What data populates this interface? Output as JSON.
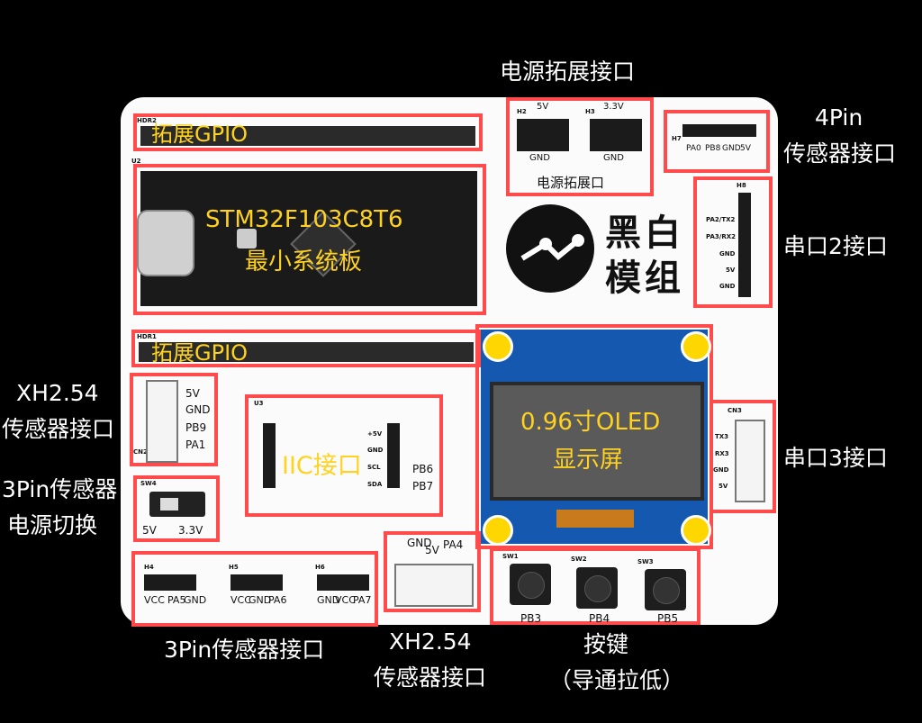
{
  "callouts": {
    "power_ext_top": "电源拓展接口",
    "pin4_l1": "4Pin",
    "pin4_l2": "传感器接口",
    "uart2": "串口2接口",
    "xh_left_l1": "XH2.54",
    "xh_left_l2": "传感器接口",
    "pin3_switch_l1": "3Pin传感器",
    "pin3_switch_l2": "电源切换",
    "uart3": "串口3接口",
    "pin3_bottom": "3Pin传感器接口",
    "xh_bottom_l1": "XH2.54",
    "xh_bottom_l2": "传感器接口",
    "keys_l1": "按键",
    "keys_l2": "（导通拉低）"
  },
  "overlays": {
    "gpio_top": "拓展GPIO",
    "gpio_bottom": "拓展GPIO",
    "mcu_l1": "STM32F103C8T6",
    "mcu_l2": "最小系统板",
    "iic": "IIC接口",
    "oled_l1": "0.96寸OLED",
    "oled_l2": "显示屏"
  },
  "silkscreen": {
    "hdr2": "HDR2",
    "hdr1": "HDR1",
    "u2": "U2",
    "u3": "U3",
    "h2": "H2",
    "h3": "H3",
    "h2_5v": "5V",
    "h3_33v": "3.3V",
    "h2_gnd": "GND",
    "h3_gnd": "GND",
    "power_ext_label": "电源拓展口",
    "h7": "H7",
    "h7_pins": [
      "PA0",
      "PB8",
      "GND",
      "5V"
    ],
    "h8": "H8",
    "h8_pins": [
      "PA2/TX2",
      "PA3/RX2",
      "GND",
      "5V",
      "GND"
    ],
    "cn2": "CN2",
    "cn2_pins": [
      "5V",
      "GND",
      "PB9",
      "PA1"
    ],
    "sw4": "SW4",
    "sw4_left": "5V",
    "sw4_right": "3.3V",
    "iic_pins": [
      "+5V",
      "GND",
      "SCL",
      "SDA"
    ],
    "iic_pb6": "PB6",
    "iic_pb7": "PB7",
    "cn3": "CN3",
    "cn3_pins": [
      "TX3",
      "RX3",
      "GND",
      "5V"
    ],
    "xh_pins": [
      "GND",
      "5V",
      "PA4"
    ],
    "h4": "H4",
    "h4_pins": [
      "VCC",
      "PA5",
      "GND"
    ],
    "h5": "H5",
    "h5_pins": [
      "VCC",
      "GND",
      "PA6"
    ],
    "h6": "H6",
    "h6_pins": [
      "GND",
      "VCC",
      "PA7"
    ],
    "sw1": "SW1",
    "sw2": "SW2",
    "sw3": "SW3",
    "pb3": "PB3",
    "pb4": "PB4",
    "pb5": "PB5"
  },
  "logo": {
    "line1": "黑白",
    "line2": "模组"
  },
  "colors": {
    "highlight_box": "#ff4b4b",
    "overlay_text": "#ffd21f",
    "board": "#fbfbfb",
    "background": "#000000"
  }
}
